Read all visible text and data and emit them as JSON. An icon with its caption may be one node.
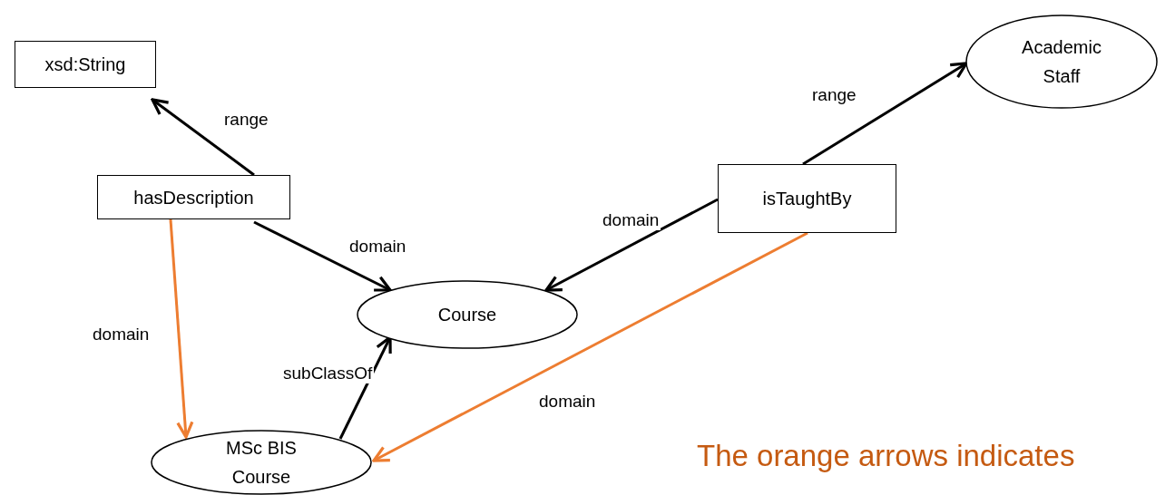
{
  "diagram": {
    "nodes": [
      {
        "text": [
          "xsd:String"
        ]
      },
      {
        "text": [
          "hasDescription"
        ]
      },
      {
        "text": [
          "Course"
        ]
      },
      {
        "text": [
          "MSc BIS Course"
        ]
      },
      {
        "text": [
          "isTaughtBy"
        ]
      },
      {
        "text": [
          "Academic Staff"
        ]
      }
    ],
    "edges": [
      {
        "from": 1,
        "to": 0,
        "arrow": "to",
        "label": "range"
      },
      {
        "from": 1,
        "to": 2,
        "arrow": "to",
        "label": "domain"
      },
      {
        "from": 1,
        "to": 3,
        "arrow": "to",
        "label": "domain",
        "color": "#ed7d31"
      },
      {
        "from": 3,
        "to": 2,
        "arrow": "to",
        "label": "subClassOf"
      },
      {
        "from": 4,
        "to": 5,
        "arrow": "to",
        "label": "range"
      },
      {
        "from": 4,
        "to": 2,
        "arrow": "to",
        "label": "domain"
      },
      {
        "from": 4,
        "to": 3,
        "arrow": "to",
        "label": "domain",
        "color": "#ed7d31"
      }
    ],
    "labels": [
      "The orange arrows indicates"
    ]
  }
}
